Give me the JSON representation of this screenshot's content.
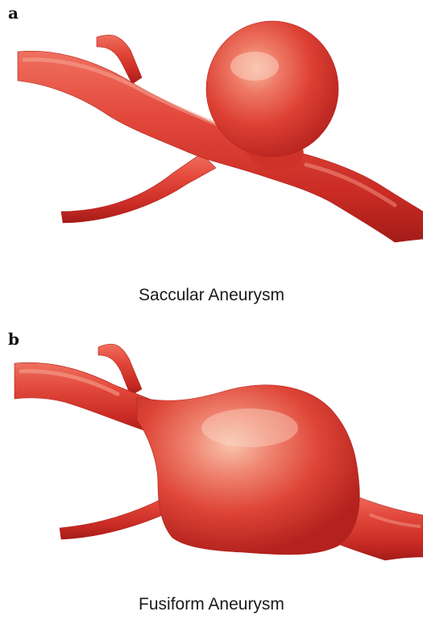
{
  "panels": [
    {
      "letter": "a",
      "caption": "Saccular Aneurysm",
      "type": "saccular"
    },
    {
      "letter": "b",
      "caption": "Fusiform Aneurysm",
      "type": "fusiform"
    }
  ],
  "colors": {
    "vessel": "#d8372d",
    "vessel_dark": "#a81f1b",
    "vessel_light": "#f47a6a",
    "highlight": "#f6b8a0",
    "background": "#ffffff"
  }
}
